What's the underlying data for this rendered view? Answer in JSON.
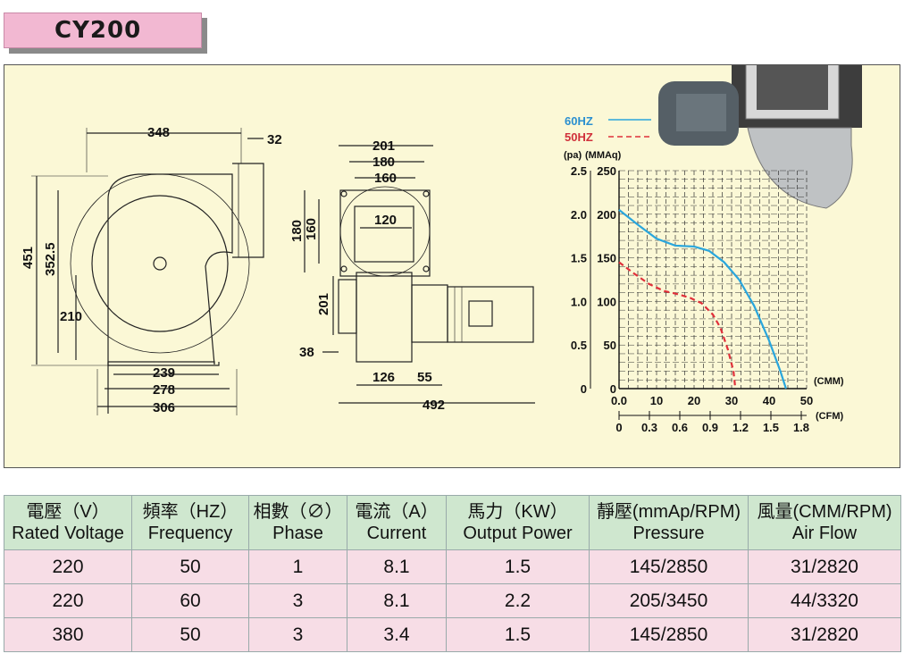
{
  "model": "CY200",
  "drawing": {
    "side_view_dims": [
      "348",
      "32",
      "451",
      "352.5",
      "210",
      "239",
      "278",
      "306"
    ],
    "front_view_dims": [
      "201",
      "180",
      "160",
      "180",
      "160",
      "120",
      "201",
      "38",
      "126",
      "55",
      "492"
    ]
  },
  "performance_chart": {
    "legend_60": "60HZ",
    "legend_50": "50HZ",
    "unit_pa": "(pa)",
    "unit_mmaq": "(MMAq)",
    "unit_cmm": "(CMM)",
    "unit_cfm": "(CFM)",
    "colors": {
      "line_60hz": "#2aa6dc",
      "line_50hz": "#e0303a"
    }
  },
  "chart_data": {
    "type": "line",
    "y_ticks_mmaq": [
      "2.5",
      "2.0",
      "1.5",
      "1.0",
      "0.5",
      "0"
    ],
    "y_ticks_pa": [
      "250",
      "200",
      "150",
      "100",
      "50",
      "0"
    ],
    "x_ticks_cmm": [
      "0.0",
      "10",
      "20",
      "30",
      "40",
      "50"
    ],
    "x_ticks_cfm": [
      "0",
      "0.3",
      "0.6",
      "0.9",
      "1.2",
      "1.5",
      "1.8"
    ],
    "xlim": [
      0,
      50
    ],
    "ylim": [
      0,
      250
    ],
    "series": [
      {
        "name": "60HZ",
        "x": [
          0,
          5,
          10,
          15,
          20,
          24,
          28,
          32,
          36,
          40,
          43,
          44.5
        ],
        "y": [
          205,
          188,
          172,
          164,
          163,
          158,
          145,
          125,
          95,
          55,
          20,
          0
        ]
      },
      {
        "name": "50HZ",
        "x": [
          0,
          4,
          8,
          12,
          16,
          19,
          22,
          25,
          27,
          29,
          30.5,
          31
        ],
        "y": [
          145,
          132,
          120,
          112,
          108,
          104,
          98,
          85,
          70,
          45,
          20,
          0
        ]
      }
    ]
  },
  "table": {
    "headers": [
      {
        "zh": "電壓（V）",
        "en": "Rated Voltage"
      },
      {
        "zh": "頻率（HZ）",
        "en": "Frequency"
      },
      {
        "zh": "相數（∅）",
        "en": "Phase"
      },
      {
        "zh": "電流（A）",
        "en": "Current"
      },
      {
        "zh": "馬力（KW）",
        "en": "Output Power"
      },
      {
        "zh": "靜壓(mmAp/RPM)",
        "en": "Pressure"
      },
      {
        "zh": "風量(CMM/RPM)",
        "en": "Air Flow"
      }
    ],
    "rows": [
      [
        "220",
        "50",
        "1",
        "8.1",
        "1.5",
        "145/2850",
        "31/2820"
      ],
      [
        "220",
        "60",
        "3",
        "8.1",
        "2.2",
        "205/3450",
        "44/3320"
      ],
      [
        "380",
        "50",
        "3",
        "3.4",
        "1.5",
        "145/2850",
        "31/2820"
      ]
    ]
  }
}
